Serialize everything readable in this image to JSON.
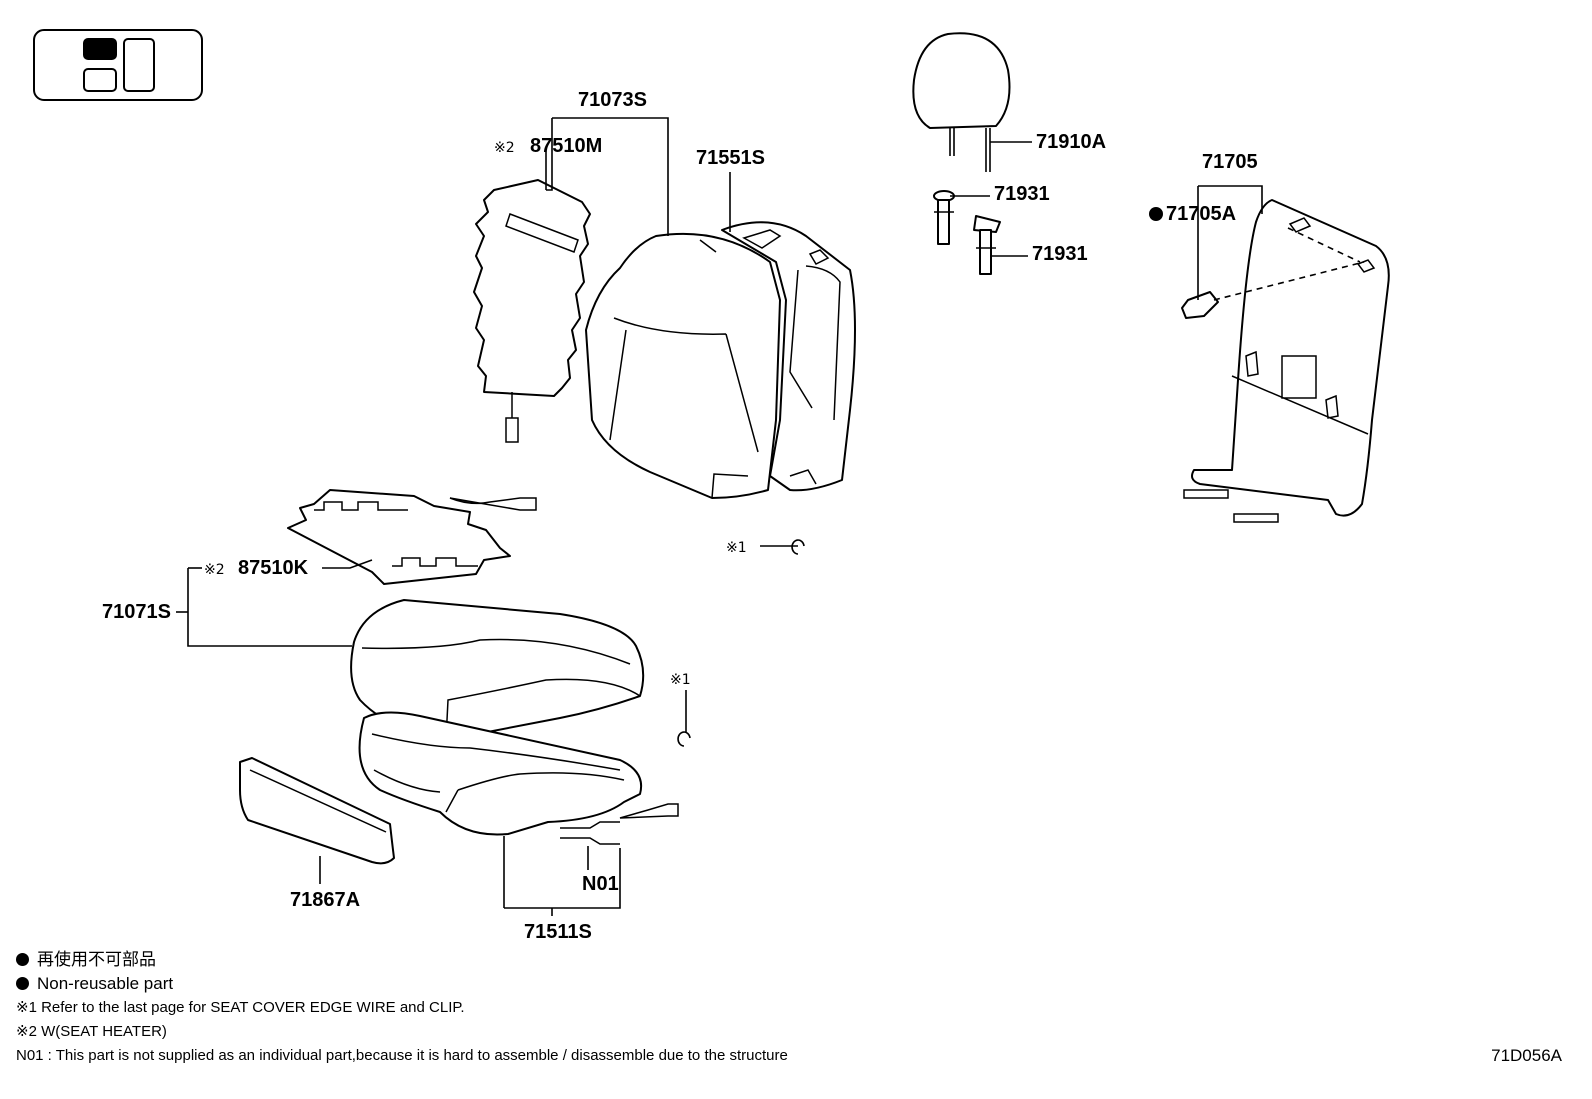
{
  "labels": {
    "p71073S": "71073S",
    "p87510M": "87510M",
    "p71551S": "71551S",
    "p71910A": "71910A",
    "p71931a": "71931",
    "p71931b": "71931",
    "p71705": "71705",
    "p71705A": "71705A",
    "p87510K": "87510K",
    "p71071S": "71071S",
    "p71867A": "71867A",
    "pN01": "N01",
    "p71511S": "71511S"
  },
  "marks": {
    "ref1": "※1",
    "ref2": "※2"
  },
  "notes": {
    "nonreusable_jp": "再使用不可部品",
    "nonreusable_en": "Non-reusable part",
    "note1": "※1 Refer to the last page for SEAT COVER EDGE WIRE and CLIP.",
    "note2": "※2 W(SEAT HEATER)",
    "note_n01": "N01 : This part is not supplied as an individual part,because it is hard to assemble / disassemble  due to the structure"
  },
  "diagram_code": "71D056A"
}
